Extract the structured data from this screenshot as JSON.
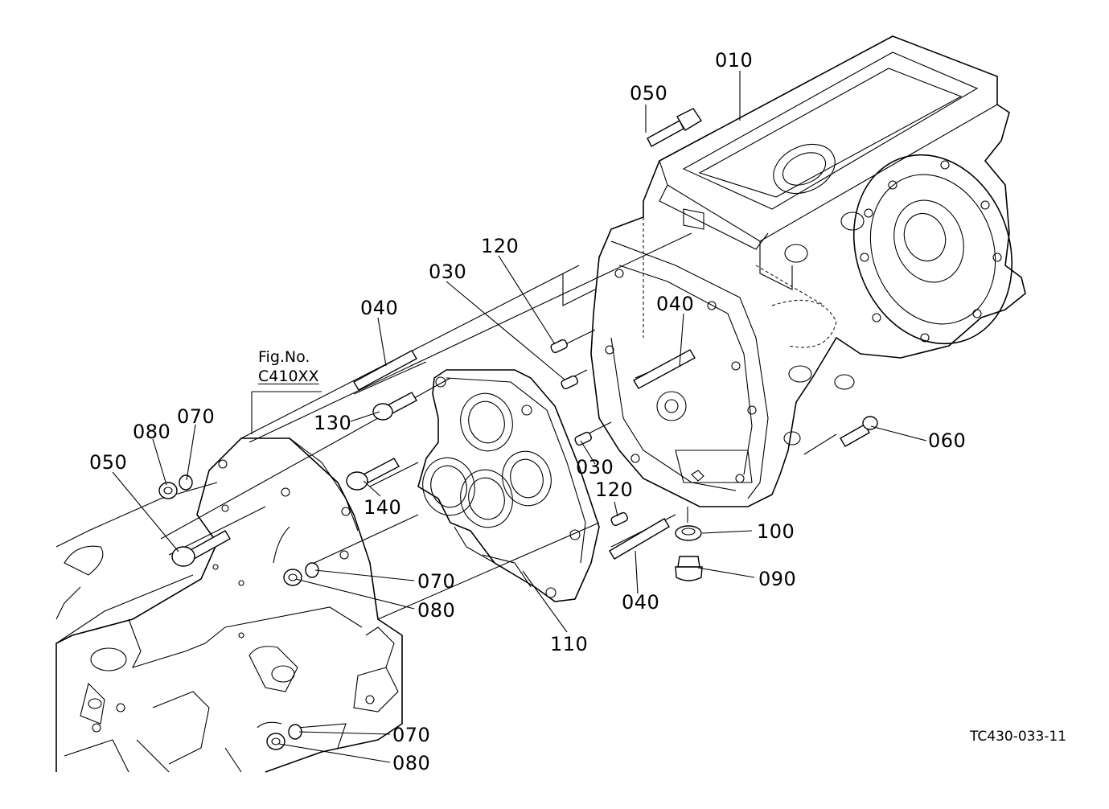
{
  "figure_ref": {
    "prefix": "Fig.No.",
    "code": "C410XX"
  },
  "drawing_code": "TC430-033-11",
  "callouts": {
    "c010": "010",
    "c050_top": "050",
    "c120_top": "120",
    "c030_top": "030",
    "c040_left": "040",
    "c040_mid": "040",
    "c130": "130",
    "c080_top": "080",
    "c070_top": "070",
    "c050_left": "050",
    "c140": "140",
    "c030_mid": "030",
    "c120_mid": "120",
    "c060": "060",
    "c100": "100",
    "c090": "090",
    "c070_mid": "070",
    "c080_mid": "080",
    "c040_bottom": "040",
    "c110": "110",
    "c070_bottom": "070",
    "c080_bottom": "080"
  }
}
